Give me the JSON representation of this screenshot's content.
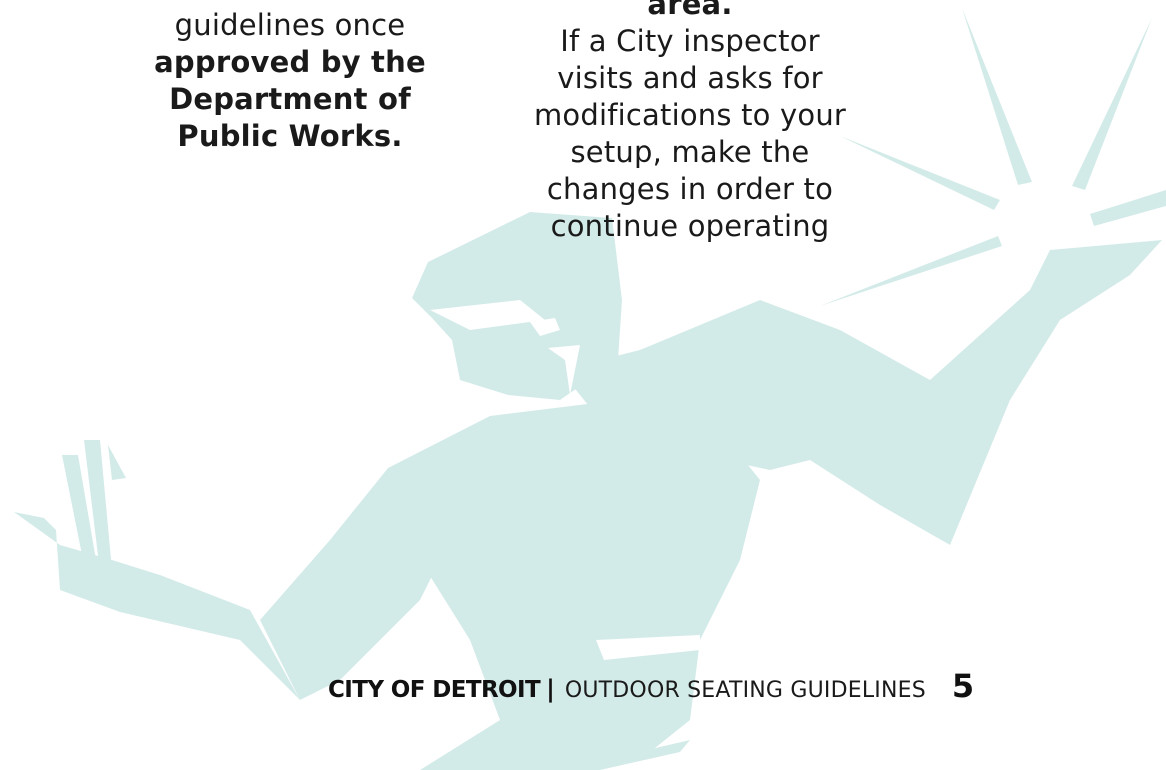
{
  "colors": {
    "figure": "#d3ebe8",
    "text": "#1a1a1a"
  },
  "left_column": {
    "line1": "guidelines once",
    "line2": "approved by the",
    "line3": "Department of",
    "line4": "Public Works."
  },
  "middle_column": {
    "heading_tail": "area.",
    "line1": "If a City inspector",
    "line2": "visits and asks for",
    "line3": "modifications to your",
    "line4": "setup, make the",
    "line5": "changes in order to",
    "line6": "continue operating"
  },
  "footer": {
    "org": "CITY OF DETROIT",
    "separator": "|",
    "doc_title": "OUTDOOR SEATING GUIDELINES",
    "page_number": "5"
  }
}
